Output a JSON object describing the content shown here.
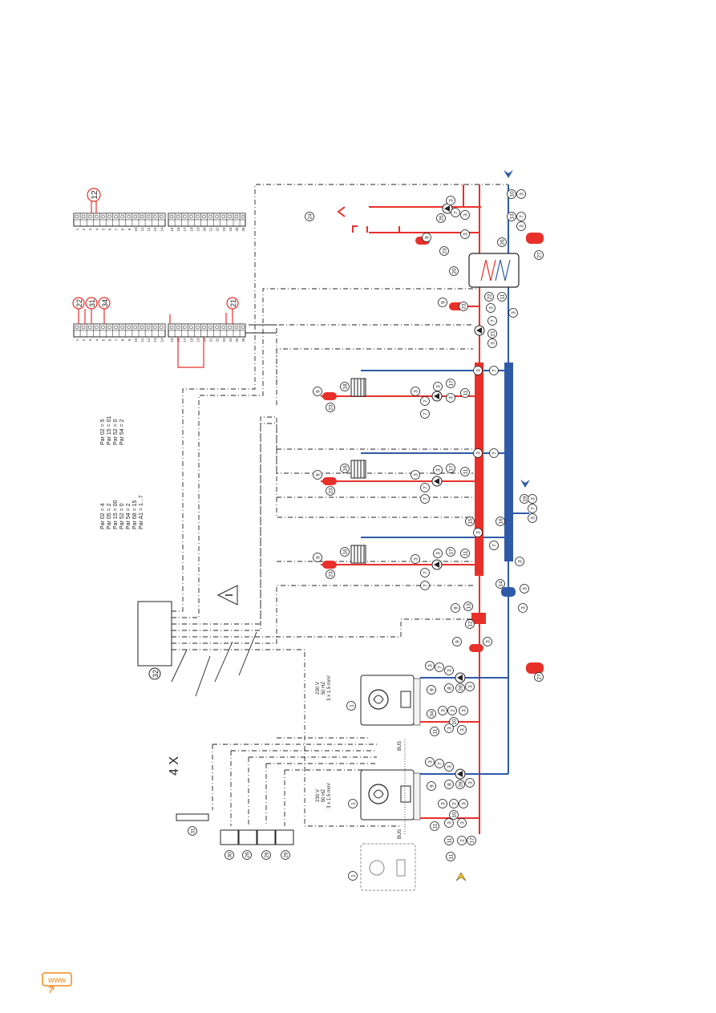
{
  "heading": "4 X",
  "params_left": [
    "Par 02 = 4",
    "Par 05 = 2",
    "Par 15 = 00",
    "Par 52 = 0",
    "Par 54 = 2",
    "Par 68 = 15",
    "Par A1 = 1...7"
  ],
  "params_right": [
    "Par 02 = 5",
    "Par 15 = 01",
    "Par 52 = 0",
    "Par 54 = 2"
  ],
  "boiler_left": {
    "voltage": "230 V",
    "freq": "50 HZ",
    "cable": "3 x 1.5 mm²"
  },
  "boiler_right": {
    "voltage": "230 V",
    "freq": "50 HZ",
    "cable": "3 x 1.5 mm²"
  },
  "bus_label": "BUS",
  "terminals_top": [
    "1",
    "2",
    "3",
    "4",
    "5",
    "6",
    "7",
    "8",
    "9",
    "10",
    "11",
    "12",
    "13",
    "14"
  ],
  "terminals_bottom": [
    "15",
    "16",
    "17",
    "18",
    "19",
    "20",
    "21",
    "22",
    "23",
    "24",
    "25",
    "26"
  ],
  "callouts": {
    "c1": "1",
    "c2": "2",
    "c3": "3",
    "c7": "7",
    "c8": "8",
    "c9": "9",
    "c10": "10",
    "c11": "11",
    "c12": "12",
    "c13": "13",
    "c14": "14",
    "c15": "15",
    "c16": "16",
    "c17": "17",
    "c18": "18",
    "c19": "19",
    "c20": "20",
    "c21": "21",
    "c22": "22",
    "c23": "23",
    "c24": "24",
    "c25": "25",
    "c26": "26",
    "c27": "27",
    "c28": "28",
    "c29": "29",
    "c30": "30",
    "c31": "31",
    "c32": "32",
    "c33": "33",
    "c34": "34"
  },
  "colors": {
    "hot": "#e8302a",
    "cold": "#2e5aa8",
    "line": "#222222",
    "accent": "#f08a1e",
    "teal": "#57b8d8"
  },
  "icons": {
    "www": "www-link-icon",
    "warning": "warning-triangle-icon"
  }
}
